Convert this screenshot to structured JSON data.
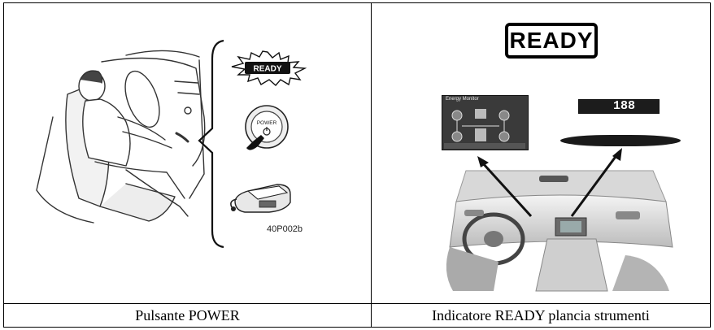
{
  "captions": {
    "left": "Pulsante POWER",
    "right": "Indicatore READY plancia strumenti"
  },
  "left_illustration": {
    "figure_code": "40P002b",
    "ready_indicator_text": "READY",
    "power_button_text": "POWER",
    "icons": [
      "driver-illustration",
      "ready-burst-icon",
      "power-button-icon",
      "key-fob-icon"
    ]
  },
  "right_illustration": {
    "ready_text": "READY",
    "energy_monitor_title": "Energy Monitor",
    "speedometer_value": "188",
    "icons": [
      "energy-monitor-display",
      "speedometer-display",
      "dashboard-interior-illustration"
    ]
  }
}
